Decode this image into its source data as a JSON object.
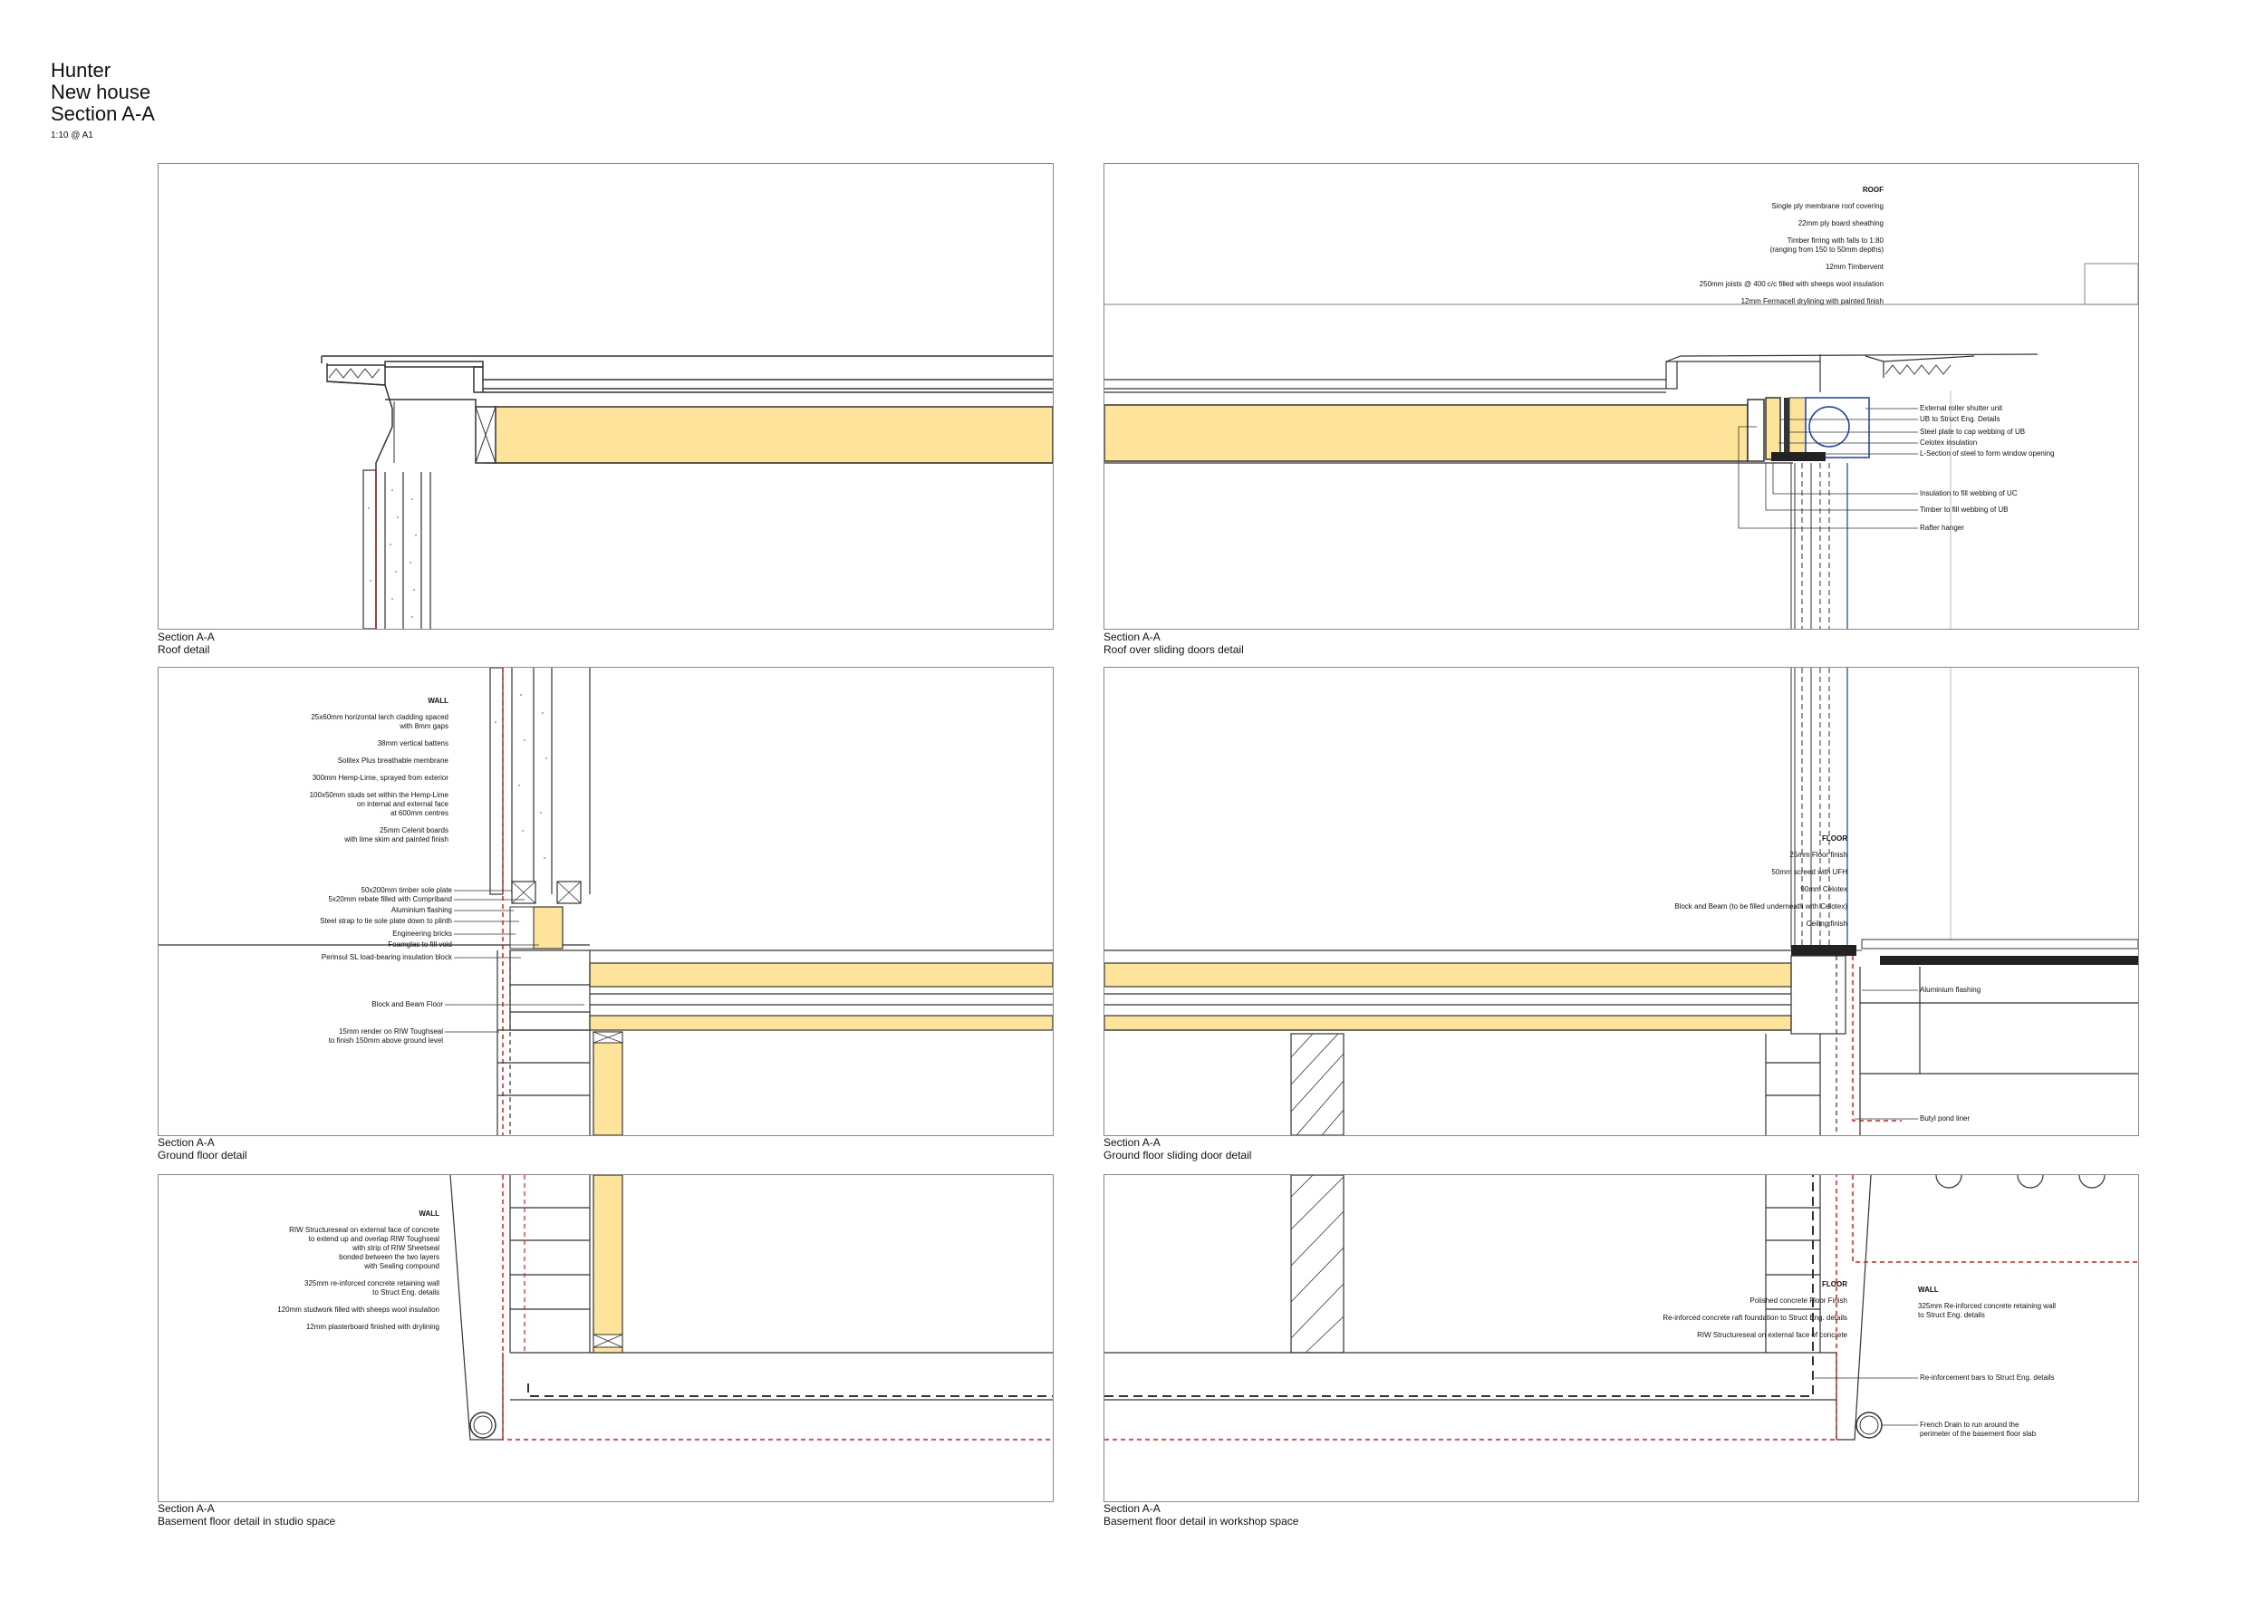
{
  "header": {
    "lines": [
      "Hunter",
      "New house",
      "Section A-A"
    ],
    "scale": "1:10 @ A1"
  },
  "colors": {
    "insulation": "#fde49a",
    "line": "#333333",
    "dpm_red": "#d42020",
    "steel_blue": "#1a3fa8",
    "frame": "#888888"
  },
  "panels": {
    "roof": {
      "caption_1": "Section A-A",
      "caption_2": "Roof detail"
    },
    "roof_doors": {
      "caption_1": "Section A-A",
      "caption_2": "Roof over sliding doors detail",
      "notes_heading": "ROOF",
      "notes": [
        "Single ply membrane roof covering",
        "22mm ply board sheathing",
        "Timber firring with falls to 1:80\n(ranging from 150 to 50mm depths)",
        "12mm Timbervent",
        "250mm joists @ 400 c/c filled with sheeps wool insulation",
        "12mm Fermacell drylining with painted finish"
      ],
      "leaders": [
        "External roller shutter unit",
        "UB to Struct Eng. Details",
        "Steel plate to cap webbing of UB",
        "Celotex insulation",
        "L-Section of steel to form window opening",
        "Insulation to fill webbing of UC",
        "Timber to fill webbing of UB",
        "Rafter hanger"
      ]
    },
    "ground": {
      "caption_1": "Section A-A",
      "caption_2": "Ground floor detail",
      "notes_heading": "WALL",
      "notes": [
        "25x60mm horizontal larch cladding spaced\nwith 8mm gaps",
        "38mm vertical battens",
        "Solitex Plus breathable membrane",
        "300mm Hemp-Lime, sprayed from exterior",
        "100x50mm studs set within the Hemp-Lime\non internal and external face\nat 600mm centres",
        "25mm Celenit boards\nwith lime skim and painted finish"
      ],
      "leaders": [
        "50x200mm timber sole plate",
        "5x20mm rebate filled with Compriband",
        "Aluminium flashing",
        "Steel strap to tie sole plate down to plinth",
        "Engineering bricks",
        "Foamglas to fill void",
        "Perinsul SL load-bearing insulation block",
        "Block and Beam Floor",
        "15mm render on RIW Toughseal\nto finish 150mm above ground level"
      ]
    },
    "ground_door": {
      "caption_1": "Section A-A",
      "caption_2": "Ground floor sliding door detail",
      "notes_heading": "FLOOR",
      "notes": [
        "25mm Floor finish",
        "50mm screed with UFH",
        "90mm Celotex",
        "Block and Beam (to be filled underneath with Celotex)",
        "Ceiling finish"
      ],
      "leaders": [
        "Aluminium flashing",
        "Butyl pond liner"
      ]
    },
    "basement_studio": {
      "caption_1": "Section A-A",
      "caption_2": "Basement floor detail in studio space",
      "notes_heading": "WALL",
      "notes": [
        "RIW Structureseal on external face of concrete\nto extend up and overlap RIW Toughseal\nwith strip of RIW Sheetseal\nbonded between the two layers\nwith Sealing compound",
        "325mm re-inforced concrete retaining wall\nto Struct Eng. details",
        "120mm studwork filled with sheeps wool insulation",
        "12mm plasterboard finished with drylining"
      ]
    },
    "basement_workshop": {
      "caption_1": "Section A-A",
      "caption_2": "Basement floor detail in workshop space",
      "notes_heading": "FLOOR",
      "notes": [
        "Polished concrete Floor Finish",
        "Re-inforced concrete raft foundation to Struct Eng. details",
        "RIW Structureseal on external face of concrete"
      ],
      "wall_heading": "WALL",
      "wall_note": "325mm Re-inforced concrete retaining wall\nto Struct Eng. details",
      "leaders": [
        "Re-inforcement bars to Struct Eng. details",
        "French Drain to run around the\nperimeter of the basement floor slab"
      ]
    }
  }
}
